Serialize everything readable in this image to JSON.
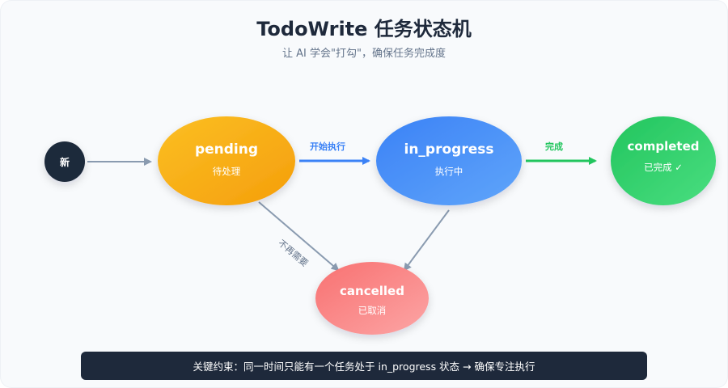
{
  "header": {
    "title": "TodoWrite 任务状态机",
    "subtitle": "让 AI 学会\"打勾\"，确保任务完成度"
  },
  "states": {
    "new": {
      "label": "新"
    },
    "pending": {
      "name": "pending",
      "desc": "待处理",
      "color_from": "#fbbf24",
      "color_to": "#f59e0b"
    },
    "in_progress": {
      "name": "in_progress",
      "desc": "执行中",
      "color_from": "#3b82f6",
      "color_to": "#60a5fa"
    },
    "completed": {
      "name": "completed",
      "desc": "已完成 ✓",
      "color_from": "#22c55e",
      "color_to": "#4ade80"
    },
    "cancelled": {
      "name": "cancelled",
      "desc": "已取消",
      "color_from": "#f87171",
      "color_to": "#fca5a5"
    }
  },
  "transitions": {
    "start_label": "开始执行",
    "complete_label": "完成",
    "cancel_label": "不再需要"
  },
  "colors": {
    "arrow_gray": "#8a9bb0",
    "arrow_blue": "#3b82f6",
    "arrow_green": "#22c55e",
    "dark": "#1e293b"
  },
  "footer": {
    "constraint": "关键约束：同一时间只能有一个任务处于 in_progress 状态 → 确保专注执行"
  }
}
